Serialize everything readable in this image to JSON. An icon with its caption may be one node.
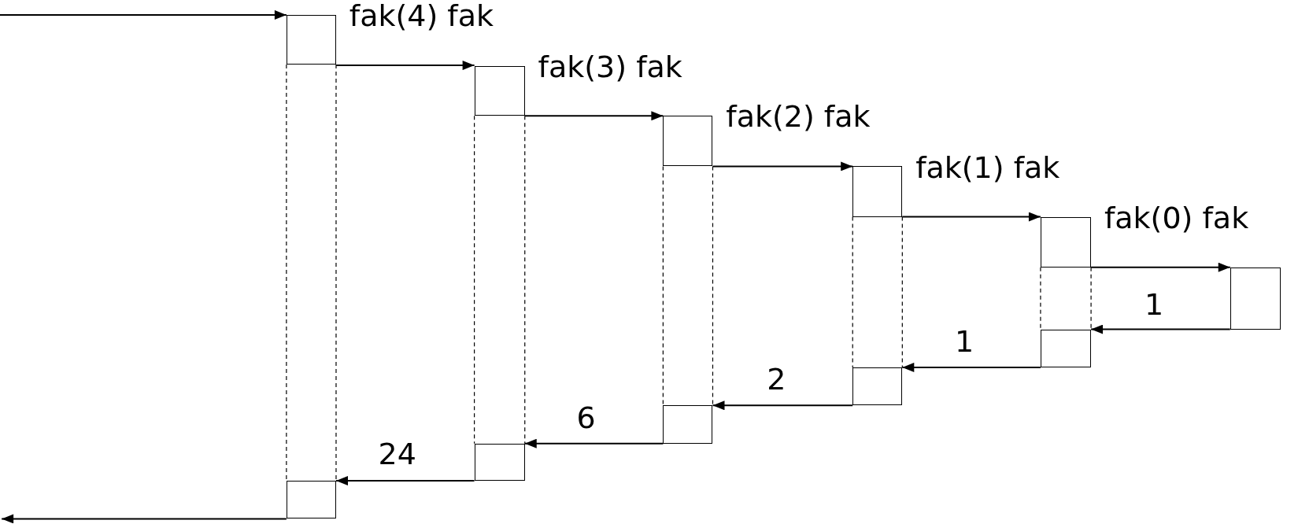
{
  "diagram": {
    "nodes": [
      {
        "text": [],
        "shape": "box",
        "beside": [
          "fak(4) fak"
        ]
      },
      {
        "text": [],
        "shape": "box",
        "beside": [
          "fak(3) fak"
        ]
      },
      {
        "text": [],
        "shape": "box",
        "beside": [
          "fak(2) fak"
        ]
      },
      {
        "text": [],
        "shape": "box",
        "beside": [
          "fak(1) fak"
        ]
      },
      {
        "text": [],
        "shape": "box",
        "beside": [
          "fak(0) fak"
        ]
      },
      {
        "text": [],
        "shape": "box"
      },
      {
        "text": [],
        "shape": "box"
      },
      {
        "text": [],
        "shape": "box"
      },
      {
        "text": [],
        "shape": "box"
      },
      {
        "text": [],
        "shape": "box"
      },
      {
        "text": [],
        "shape": "box"
      }
    ],
    "edges": [
      {
        "from": null,
        "to": 0,
        "arrow": "to"
      },
      {
        "from": 0,
        "to": 1,
        "arrow": "to"
      },
      {
        "from": 1,
        "to": 2,
        "arrow": "to"
      },
      {
        "from": 2,
        "to": 3,
        "arrow": "to"
      },
      {
        "from": 3,
        "to": 4,
        "arrow": "to"
      },
      {
        "from": 4,
        "to": 5,
        "arrow": "to"
      },
      {
        "from": 5,
        "to": 6,
        "arrow": "to",
        "label": "1"
      },
      {
        "from": 6,
        "to": 7,
        "arrow": "to",
        "label": "1"
      },
      {
        "from": 7,
        "to": 8,
        "arrow": "to",
        "label": "2"
      },
      {
        "from": 8,
        "to": 9,
        "arrow": "to",
        "label": "6"
      },
      {
        "from": 9,
        "to": 10,
        "arrow": "to",
        "label": "24"
      },
      {
        "from": 10,
        "to": null,
        "arrow": "to"
      }
    ]
  }
}
